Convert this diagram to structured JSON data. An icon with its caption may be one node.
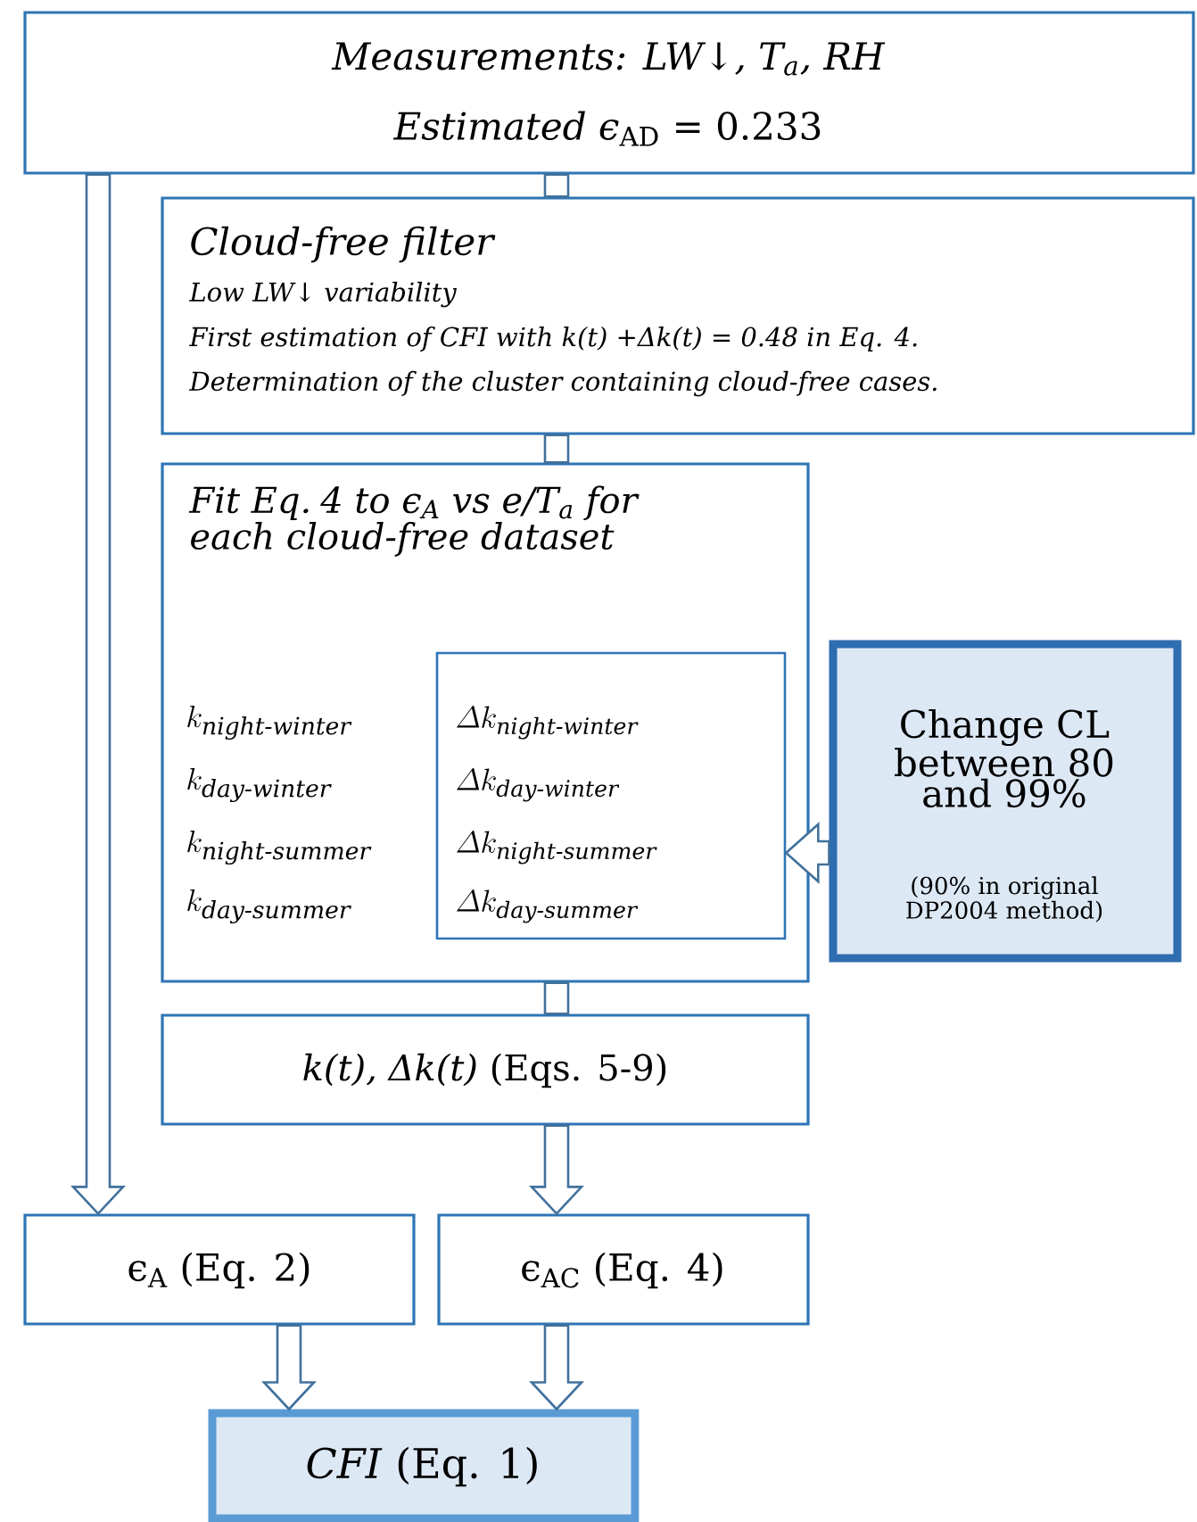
{
  "diagram": {
    "nodes": [
      {
        "text": [
          "Measurements: LW↓, T$_{a}$, RH",
          "*Estimated ϵ*$_{AD}$ = 0.233"
        ]
      },
      {
        "text": [
          "Cloud-free filter",
          "Low LW↓ variability",
          "First estimation of CFI with k(t) +Δk(t) = 0.48 in Eq. 4.",
          "Determination of the cluster containing cloud-free cases."
        ]
      },
      {
        "text": [
          "Fit Eq. 4 to ϵ$_{A}$ vs e/T$_{a}$ for each cloud-free dataset",
          "k_{\\textit{night-winter}}",
          "k_{\\textit{day-winter}}",
          "k_{\\textit{night-summer}}",
          "k_{\\textit{day-summer}}"
        ]
      },
      {
        "text": [
          "\\varDelta k_{\\textit{night-winter}}",
          "\\varDelta k_{\\textit{day-winter}}",
          "\\varDelta k_{\\textit{night-summer}}",
          "\\varDelta k_{\\textit{day-summer}}"
        ],
        "in": 2
      },
      {
        "text": [
          "Change CL between 80 and 99%",
          "(90% in original DP2004 method)"
        ]
      },
      {
        "text": [
          "*k(t), Δk(t)* (Eqs. 5-9)"
        ]
      },
      {
        "text": [
          "ϵ$_{A}$ (Eq. 2)"
        ]
      },
      {
        "text": [
          "ϵ$_{AC}$ (Eq. 4)"
        ]
      },
      {
        "text": [
          "*CFI* (Eq. 1)"
        ]
      }
    ],
    "edges": [
      {
        "from": 0,
        "to": 1,
        "arrow": "none"
      },
      {
        "from": 1,
        "to": 2,
        "arrow": "none"
      },
      {
        "from": 2,
        "to": 5,
        "arrow": "none"
      },
      {
        "from": 5,
        "to": 7,
        "arrow": "to"
      },
      {
        "from": 0,
        "to": 6,
        "arrow": "to"
      },
      {
        "from": 6,
        "to": 8,
        "arrow": "to"
      },
      {
        "from": 7,
        "to": 8,
        "arrow": "to"
      },
      {
        "from": 4,
        "to": 3,
        "arrow": "to"
      }
    ]
  }
}
